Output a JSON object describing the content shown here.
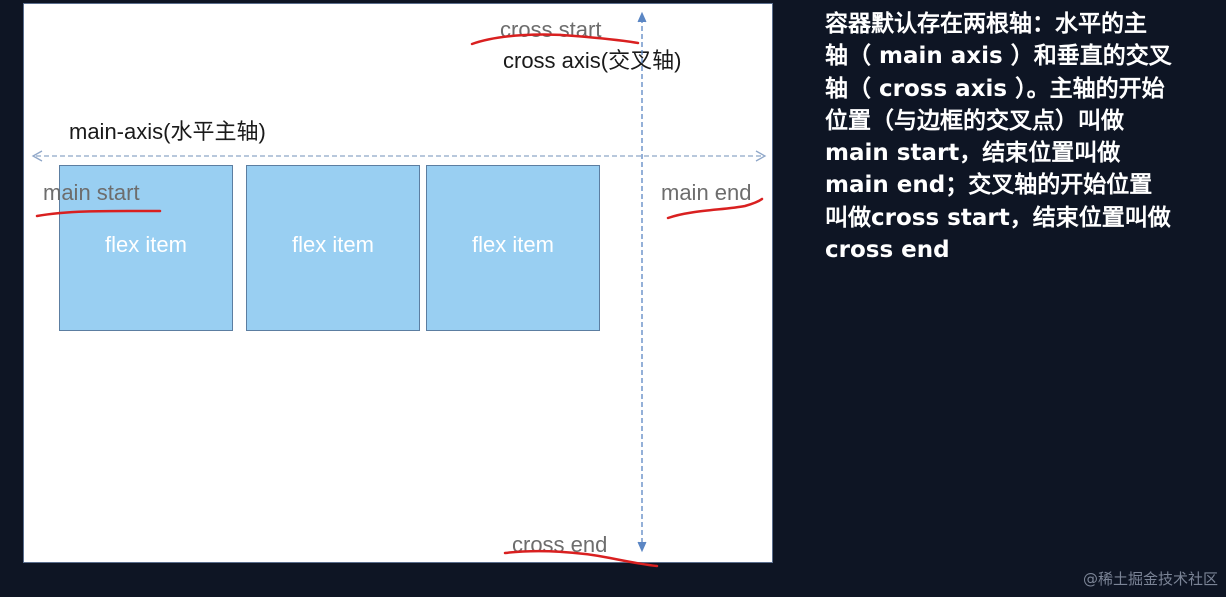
{
  "diagram": {
    "cross_start": "cross start",
    "cross_axis": "cross axis(交叉轴)",
    "main_axis": "main-axis(水平主轴)",
    "main_start": "main start",
    "main_end": "main end",
    "cross_end": "cross end",
    "items": [
      "flex item",
      "flex item",
      "flex item"
    ]
  },
  "side_text": "容器默认存在两根轴：水平的主\n轴（ main axis ）和垂直的交叉\n轴（ cross axis ）。主轴的开始\n位置（与边框的交叉点）叫做\nmain start，结束位置叫做\nmain end；交叉轴的开始位置\n叫做cross start，结束位置叫做\ncross end",
  "watermark": "@稀土掘金技术社区",
  "colors": {
    "background": "#0e1524",
    "item_fill": "#99cff2",
    "axis": "#5b86c4",
    "underline": "#d92020"
  }
}
